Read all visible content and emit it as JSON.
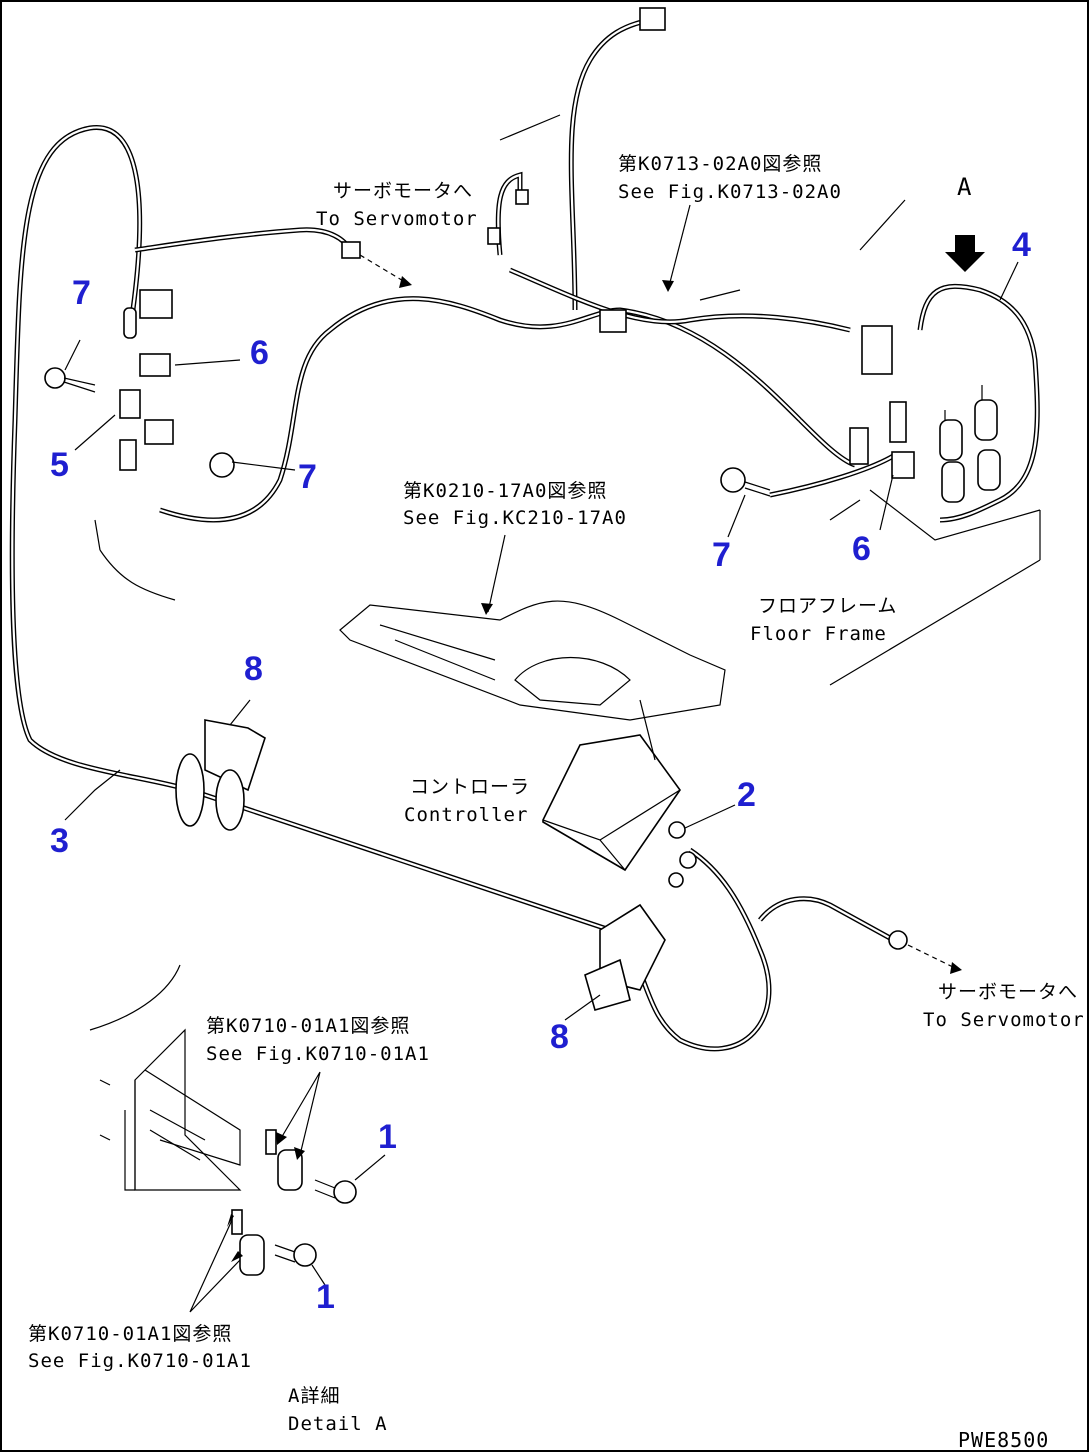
{
  "callouts": {
    "p1a": "1",
    "p1b": "1",
    "p2": "2",
    "p3": "3",
    "p4": "4",
    "p5": "5",
    "p6a": "6",
    "p6b": "6",
    "p7a": "7",
    "p7b": "7",
    "p7c": "7",
    "p8a": "8",
    "p8b": "8"
  },
  "labels": {
    "servo_top_jp": "サーボモータへ",
    "servo_top_en": "To Servomotor",
    "ref_top_jp": "第K0713-02A0図参照",
    "ref_top_en": "See Fig.K0713-02A0",
    "view_letter": "A",
    "ref_mid_jp": "第K0210-17A0図参照",
    "ref_mid_en": "See Fig.KC210-17A0",
    "floor_jp": "フロアフレーム",
    "floor_en": "Floor Frame",
    "controller_jp": "コントローラ",
    "controller_en": "Controller",
    "servo_bot_jp": "サーボモータへ",
    "servo_bot_en": "To Servomotor",
    "ref_detail_top_jp": "第K0710-01A1図参照",
    "ref_detail_top_en": "See Fig.K0710-01A1",
    "ref_detail_bot_jp": "第K0710-01A1図参照",
    "ref_detail_bot_en": "See Fig.K0710-01A1",
    "detail_jp": "A詳細",
    "detail_en": "Detail A",
    "drawing_code": "PWE8500"
  },
  "colors": {
    "callout": "#1f1fd0",
    "line": "#000000",
    "background": "#ffffff"
  }
}
